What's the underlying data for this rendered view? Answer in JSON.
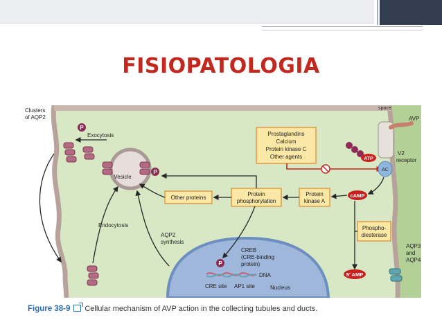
{
  "slide": {
    "title": "FISIOPATOLOGIA"
  },
  "figure": {
    "labels": {
      "clusters": [
        "Clusters",
        "of AQP2"
      ],
      "exocytosis": "Exocytosis",
      "vesicle": "Vesicle",
      "endocytosis": "Endocytosis",
      "aqp2_synthesis": [
        "AQP2",
        "synthesis"
      ],
      "space": "space",
      "avp": "AVP",
      "v2_receptor": [
        "V2",
        "receptor"
      ],
      "ac": "AC",
      "atp": "ATP",
      "camp": "cAMP",
      "five_amp": "5' AMP",
      "aqp34": [
        "AQP3",
        "and",
        "AQP4"
      ],
      "creb": [
        "CREB",
        "(CRE-binding",
        "protein)"
      ],
      "dna": "DNA",
      "cre_site": "CRE site",
      "ap1_site": "AP1 site",
      "nucleus": "Nucleus",
      "p": "P"
    },
    "boxes": {
      "inhibitors": [
        "Prostaglandins",
        "Calcium",
        "Protein kinase C",
        "Other agents"
      ],
      "other_proteins": "Other proteins",
      "protein_phosphorylation": [
        "Protein",
        "phosphorylation"
      ],
      "protein_kinase_a": [
        "Protein",
        "kinase A"
      ],
      "phosphodiesterase": [
        "Phospho-",
        "diesterase"
      ]
    },
    "colors": {
      "cytoplasm": "#d8e8c4",
      "interstitium": "#b3d197",
      "membrane": "#b7a39c",
      "box_fill": "#fbe7a6",
      "box_border": "#e0892a",
      "arrow": "#262626",
      "red": "#c9201d",
      "aqp2": "#9b4e6a",
      "nucleus": "#6d8fbf"
    }
  },
  "caption": {
    "figure_number": "Figure 38-9",
    "text": "Cellular mechanism of AVP action in the collecting tubules and ducts."
  }
}
